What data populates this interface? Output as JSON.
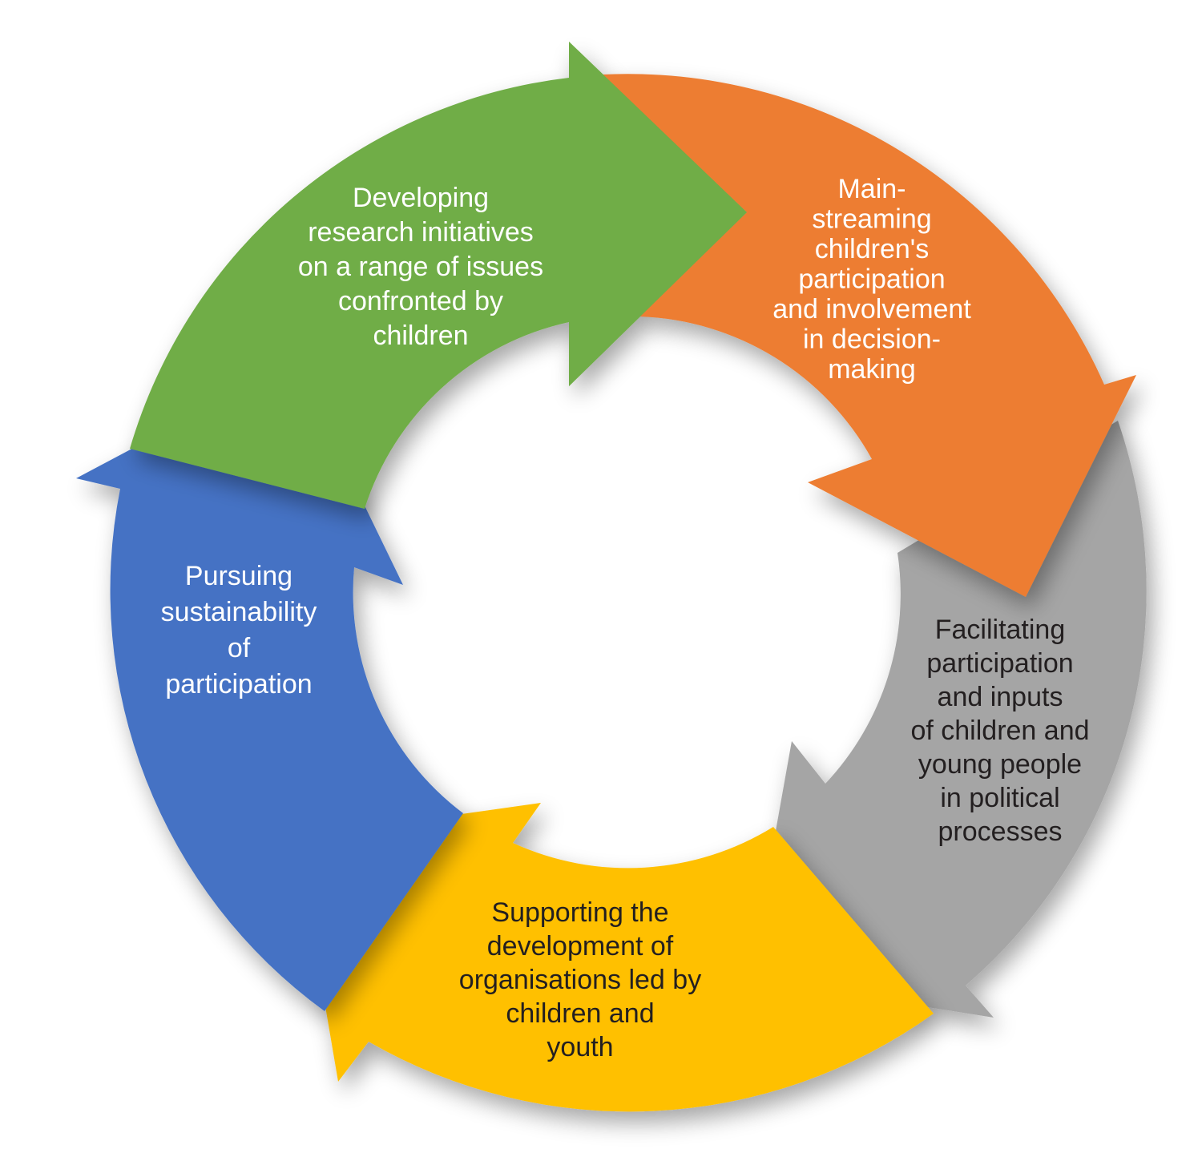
{
  "diagram": {
    "type": "cycle",
    "direction": "clockwise",
    "steps": [
      {
        "id": "research",
        "color": "#70AD47",
        "text_color": "#ffffff",
        "lines": [
          "Developing",
          "research initiatives",
          "on a range of issues",
          "confronted by",
          "children"
        ]
      },
      {
        "id": "mainstreaming",
        "color": "#ED7D31",
        "text_color": "#ffffff",
        "lines": [
          "Main-",
          "streaming",
          "children's",
          "participation",
          "and involvement",
          "in decision-",
          "making"
        ]
      },
      {
        "id": "facilitating",
        "color": "#A5A5A5",
        "text_color": "#231f20",
        "lines": [
          "Facilitating",
          "participation",
          "and inputs",
          "of children and",
          "young people",
          "in political",
          "processes"
        ]
      },
      {
        "id": "supporting",
        "color": "#FFC000",
        "text_color": "#231f20",
        "lines": [
          "Supporting the",
          "development of",
          "organisations led by",
          "children and",
          "youth"
        ]
      },
      {
        "id": "sustainability",
        "color": "#4472C4",
        "text_color": "#ffffff",
        "lines": [
          "Pursuing",
          "sustainability",
          "of",
          "participation"
        ]
      }
    ]
  }
}
